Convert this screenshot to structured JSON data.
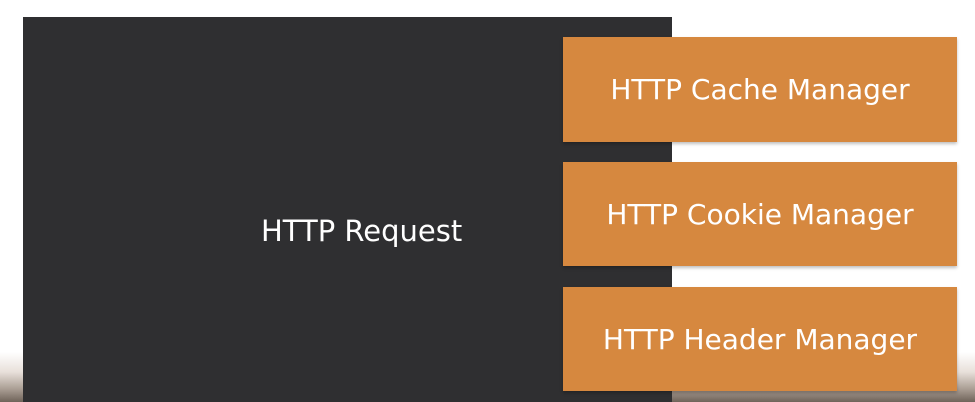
{
  "diagram": {
    "request": {
      "label": "HTTP Request",
      "color": "#2f2f31"
    },
    "managers": [
      {
        "label": "HTTP Cache Manager",
        "color": "#d6883f"
      },
      {
        "label": "HTTP Cookie Manager",
        "color": "#d6883f"
      },
      {
        "label": "HTTP Header Manager",
        "color": "#d6883f"
      }
    ]
  }
}
